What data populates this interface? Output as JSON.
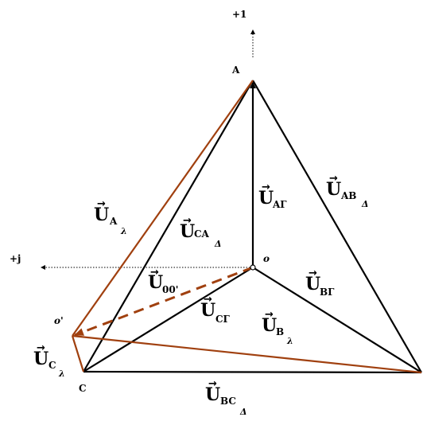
{
  "axes": {
    "real": "+1",
    "imag": "+j"
  },
  "points": {
    "A": "A",
    "C": "C",
    "o": "o",
    "o_prime": "o'"
  },
  "vectors": {
    "U_A_gamma": {
      "base": "U",
      "sub": "AГ"
    },
    "U_AB_delta": {
      "base": "U",
      "sub": "AB",
      "subsub": "Δ"
    },
    "U_A_lambda": {
      "base": "U",
      "sub": "A",
      "subsub": "λ"
    },
    "U_CA_delta": {
      "base": "U",
      "sub": "CA",
      "subsub": "Δ"
    },
    "U_00": {
      "base": "U",
      "sub": "00'"
    },
    "U_B_gamma": {
      "base": "U",
      "sub": "BГ"
    },
    "U_C_gamma": {
      "base": "U",
      "sub": "CГ"
    },
    "U_B_lambda": {
      "base": "U",
      "sub": "B",
      "subsub": "λ"
    },
    "U_C_lambda": {
      "base": "U",
      "sub": "C",
      "subsub": "λ"
    },
    "U_BC_delta": {
      "base": "U",
      "sub": "BC",
      "subsub": "Δ"
    }
  },
  "colors": {
    "black": "#000000",
    "brown": "#a0400f"
  }
}
